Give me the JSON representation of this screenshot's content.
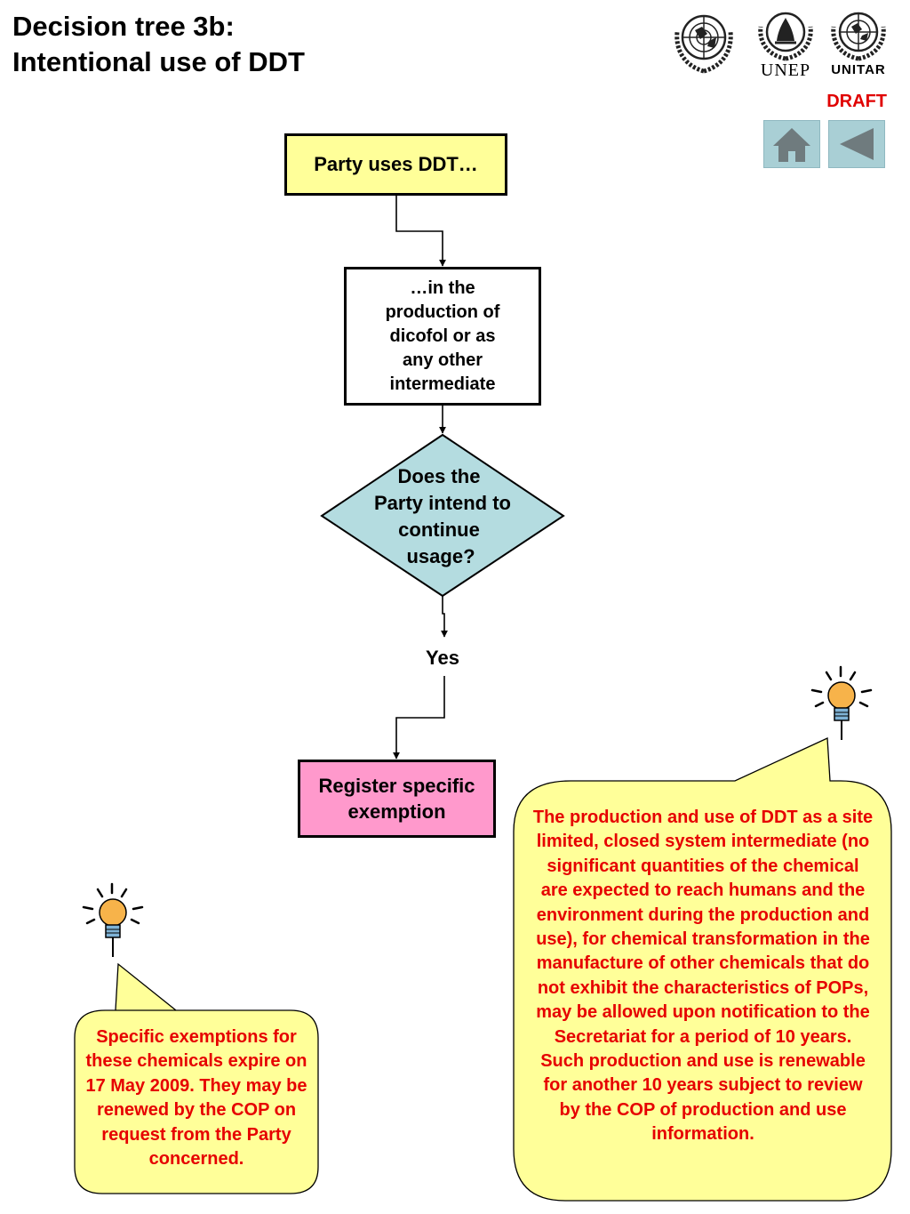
{
  "header": {
    "title_line1": "Decision tree 3b:",
    "title_line2": "Intentional use of DDT",
    "draft_label": "DRAFT"
  },
  "logos": {
    "un_logo": "un-emblem-icon",
    "unep_label": "UNEP",
    "unitar_label": "UNITAR"
  },
  "nav": {
    "home_icon": "home-icon",
    "back_icon": "back-triangle-icon"
  },
  "flow": {
    "start": "Party uses DDT…",
    "intermediate": "…in the production of dicofol or as any other intermediate",
    "decision_line1": "Does the",
    "decision_line2": "Party intend to",
    "decision_line3": "continue",
    "decision_line4": "usage?",
    "yes_label": "Yes",
    "register_line1": "Register specific",
    "register_line2": "exemption"
  },
  "tips": {
    "left": "Specific exemptions for these chemicals expire on 17 May 2009. They may be renewed by the COP on request from  the Party concerned.",
    "right": "The production and use of DDT as a site limited, closed system intermediate (no significant quantities of the chemical are expected to reach humans and the environment during the production and use), for chemical transformation in the manufacture of other chemicals that do not exhibit the characteristics of POPs, may be allowed upon notification to the Secretariat for a period of 10 years. Such production and use is renewable for another 10 years subject to review by the COP of production and use information."
  },
  "colors": {
    "start_fill": "#ffff99",
    "intermediate_fill": "#ffffff",
    "decision_fill": "#b4dce0",
    "register_fill": "#ff99cc",
    "callout_fill": "#ffff99",
    "callout_text": "#e60000",
    "draft_text": "#e00000",
    "nav_fill": "#a9cfd5"
  }
}
